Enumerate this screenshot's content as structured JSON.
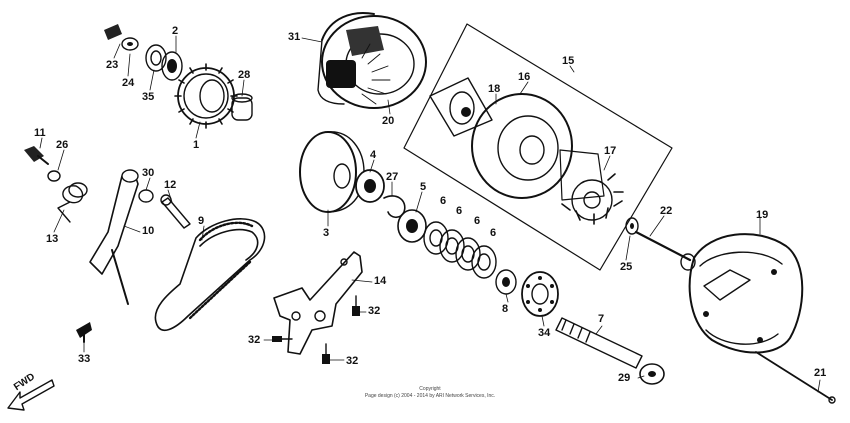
{
  "callouts": [
    "31",
    "2",
    "23",
    "24",
    "35",
    "28",
    "1",
    "20",
    "15",
    "16",
    "18",
    "17",
    "11",
    "26",
    "30",
    "12",
    "13",
    "10",
    "9",
    "4",
    "27",
    "5",
    "6",
    "6",
    "6",
    "6",
    "3",
    "22",
    "19",
    "25",
    "14",
    "32",
    "32",
    "32",
    "33",
    "8",
    "34",
    "7",
    "29",
    "21"
  ],
  "copyright": {
    "line1": "Copyright",
    "line2": "Page design (c) 2004 - 2014 by ARI Network Services, Inc."
  },
  "direction": {
    "label": "FWD",
    "icon": "fwd-arrow-icon"
  },
  "colors": {
    "ink": "#111111",
    "paper": "#ffffff"
  }
}
